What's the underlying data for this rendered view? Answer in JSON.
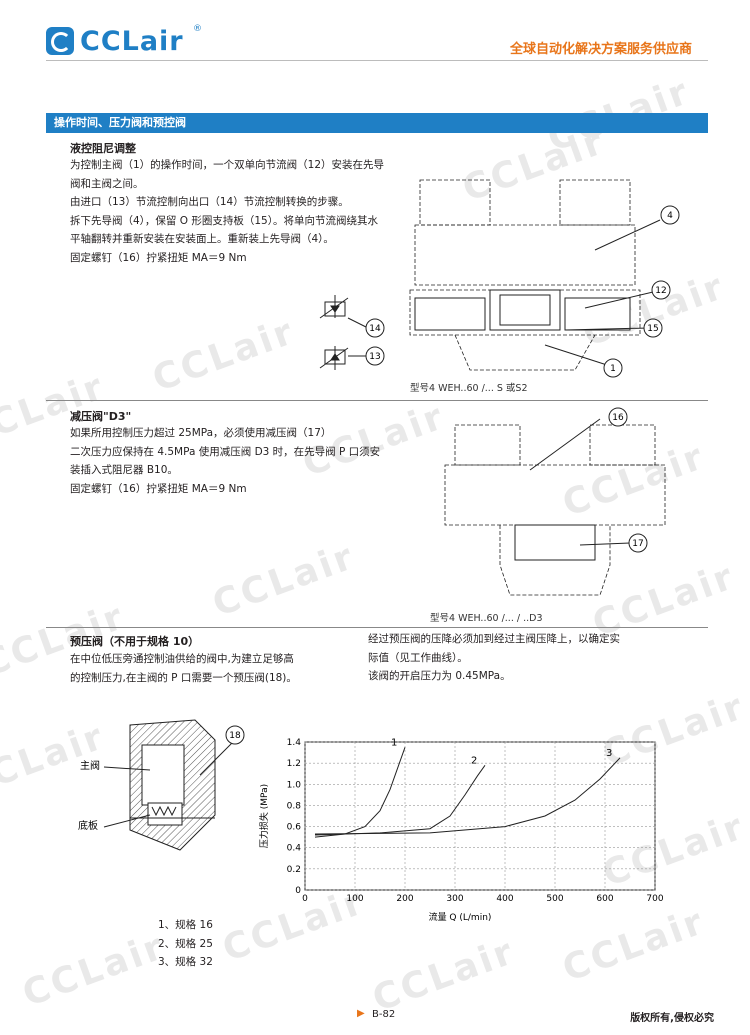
{
  "header": {
    "logo_text": "CCLair",
    "logo_reg": "®",
    "slogan": "全球自动化解决方案服务供应商"
  },
  "section": {
    "title": "操作时间、压力阀和预控阀"
  },
  "watermark": "CCLair",
  "damping": {
    "heading": "液控阻尼调整",
    "lines": [
      "为控制主阀（1）的操作时间，一个双单向节流阀（12）安装在先导",
      "阀和主阀之间。",
      "由进口（13）节流控制向出口（14）节流控制转换的步骤。",
      "拆下先导阀（4），保留 O 形圈支持板（15）。将单向节流阀绕其水",
      "平轴翻转并重新安装在安装面上。重新装上先导阀（4）。",
      "固定螺钉（16）拧紧扭矩 MA＝9 Nm"
    ],
    "symbol_callouts": [
      "14",
      "13"
    ],
    "drawing_callouts": [
      "4",
      "12",
      "15",
      "1"
    ],
    "drawing_caption": "型号4 WEH..60 /... S 或S2"
  },
  "reducing": {
    "heading": "减压阀\"D3\"",
    "lines": [
      "如果所用控制压力超过 25MPa，必须使用减压阀（17）",
      "二次压力应保持在 4.5MPa 使用减压阀 D3 时，在先导阀 P 口须安",
      "装插入式阻尼器 B10。",
      "固定螺钉（16）拧紧扭矩 MA＝9 Nm"
    ],
    "drawing_callouts": [
      "16",
      "17"
    ],
    "drawing_caption": "型号4 WEH..60 /... / ..D3"
  },
  "prefill": {
    "heading": "预压阀（不用于规格 10）",
    "left_lines": [
      "在中位低压旁通控制油供给的阀中,为建立足够高",
      "的控制压力,在主阀的 P 口需要一个预压阀(18)。"
    ],
    "right_lines": [
      "经过预压阀的压降必须加到经过主阀压降上，以确定实",
      "际值（见工作曲线）。",
      "该阀的开启压力为 0.45MPa。"
    ],
    "labels": {
      "main_valve": "主阀",
      "base_plate": "底板",
      "callout": "18"
    },
    "legend": [
      "1、规格 16",
      "2、规格 25",
      "3、规格 32"
    ]
  },
  "chart_data": {
    "type": "line",
    "xlabel": "流量 Q (L/min)",
    "ylabel": "压力损失 (MPa)",
    "xlim": [
      0,
      700
    ],
    "ylim": [
      0,
      1.4
    ],
    "x_ticks": [
      0,
      100,
      200,
      300,
      400,
      500,
      600,
      700
    ],
    "y_ticks": [
      0,
      0.2,
      0.4,
      0.6,
      0.8,
      1.0,
      1.2,
      1.4
    ],
    "grid": true,
    "series": [
      {
        "name": "1",
        "x": [
          20,
          80,
          120,
          150,
          170,
          185,
          200
        ],
        "y": [
          0.5,
          0.53,
          0.6,
          0.75,
          0.95,
          1.15,
          1.35
        ]
      },
      {
        "name": "2",
        "x": [
          20,
          150,
          250,
          290,
          320,
          345,
          360
        ],
        "y": [
          0.52,
          0.54,
          0.58,
          0.7,
          0.9,
          1.08,
          1.18
        ]
      },
      {
        "name": "3",
        "x": [
          20,
          250,
          400,
          480,
          540,
          590,
          630
        ],
        "y": [
          0.53,
          0.54,
          0.6,
          0.7,
          0.85,
          1.05,
          1.25
        ]
      }
    ]
  },
  "footer": {
    "page": "B-82",
    "arrow": "▶",
    "copyright": "版权所有,侵权必究"
  }
}
